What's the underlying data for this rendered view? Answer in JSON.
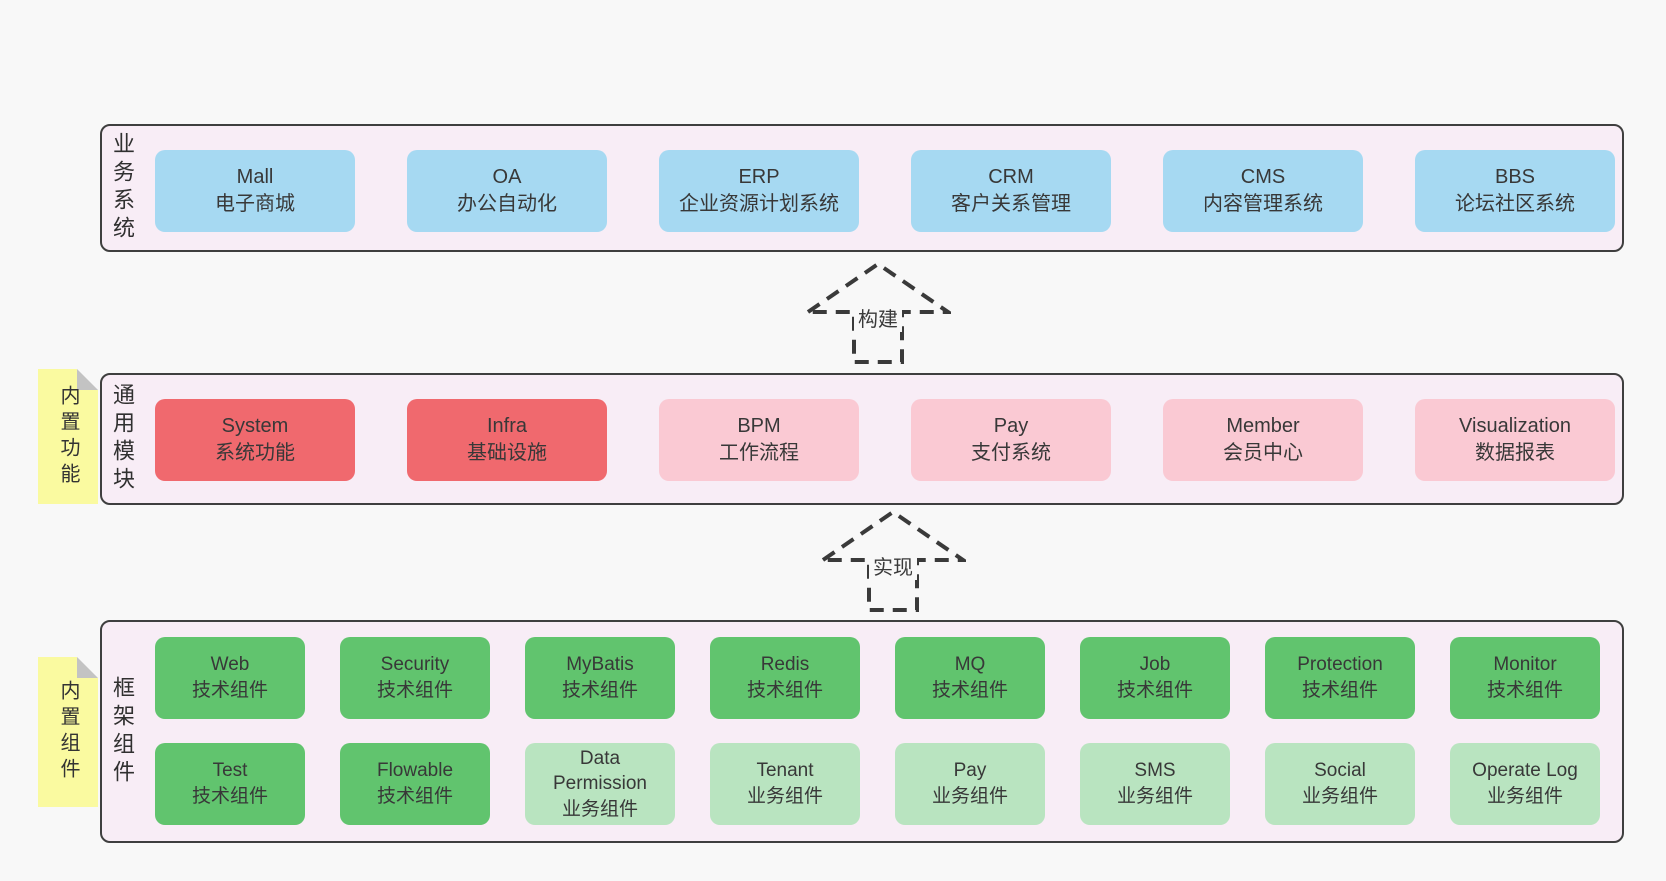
{
  "canvas": {
    "background": "#f8f8f8"
  },
  "colors": {
    "container_bg": "#f8edf6",
    "container_border": "#3f3f3f",
    "blue": "#a6d9f2",
    "red": "#f0696e",
    "pink": "#fac9d3",
    "green": "#61c46e",
    "light_green": "#b9e4c0",
    "note_yellow": "#fafaa0",
    "note_fold": "#c3c3c3",
    "text": "#383838"
  },
  "notes": [
    {
      "text": "内置功能"
    },
    {
      "text": "内置组件"
    }
  ],
  "arrows": [
    {
      "label": "构建"
    },
    {
      "label": "实现"
    }
  ],
  "layers": [
    {
      "label": "业务系统",
      "boxes": [
        {
          "title": "Mall",
          "subtitle": "电子商城",
          "color": "blue"
        },
        {
          "title": "OA",
          "subtitle": "办公自动化",
          "color": "blue"
        },
        {
          "title": "ERP",
          "subtitle": "企业资源计划系统",
          "color": "blue"
        },
        {
          "title": "CRM",
          "subtitle": "客户关系管理",
          "color": "blue"
        },
        {
          "title": "CMS",
          "subtitle": "内容管理系统",
          "color": "blue"
        },
        {
          "title": "BBS",
          "subtitle": "论坛社区系统",
          "color": "blue"
        }
      ]
    },
    {
      "label": "通用模块",
      "boxes": [
        {
          "title": "System",
          "subtitle": "系统功能",
          "color": "red"
        },
        {
          "title": "Infra",
          "subtitle": "基础设施",
          "color": "red"
        },
        {
          "title": "BPM",
          "subtitle": "工作流程",
          "color": "pink"
        },
        {
          "title": "Pay",
          "subtitle": "支付系统",
          "color": "pink"
        },
        {
          "title": "Member",
          "subtitle": "会员中心",
          "color": "pink"
        },
        {
          "title": "Visualization",
          "subtitle": "数据报表",
          "color": "pink"
        }
      ]
    },
    {
      "label": "框架组件",
      "rows": [
        [
          {
            "title": "Web",
            "subtitle": "技术组件",
            "color": "green"
          },
          {
            "title": "Security",
            "subtitle": "技术组件",
            "color": "green"
          },
          {
            "title": "MyBatis",
            "subtitle": "技术组件",
            "color": "green"
          },
          {
            "title": "Redis",
            "subtitle": "技术组件",
            "color": "green"
          },
          {
            "title": "MQ",
            "subtitle": "技术组件",
            "color": "green"
          },
          {
            "title": "Job",
            "subtitle": "技术组件",
            "color": "green"
          },
          {
            "title": "Protection",
            "subtitle": "技术组件",
            "color": "green"
          },
          {
            "title": "Monitor",
            "subtitle": "技术组件",
            "color": "green"
          }
        ],
        [
          {
            "title": "Test",
            "subtitle": "技术组件",
            "color": "green"
          },
          {
            "title": "Flowable",
            "subtitle": "技术组件",
            "color": "green"
          },
          {
            "title": "Data Permission",
            "subtitle": "业务组件",
            "color": "light_green"
          },
          {
            "title": "Tenant",
            "subtitle": "业务组件",
            "color": "light_green"
          },
          {
            "title": "Pay",
            "subtitle": "业务组件",
            "color": "light_green"
          },
          {
            "title": "SMS",
            "subtitle": "业务组件",
            "color": "light_green"
          },
          {
            "title": "Social",
            "subtitle": "业务组件",
            "color": "light_green"
          },
          {
            "title": "Operate Log",
            "subtitle": "业务组件",
            "color": "light_green"
          }
        ]
      ]
    }
  ]
}
